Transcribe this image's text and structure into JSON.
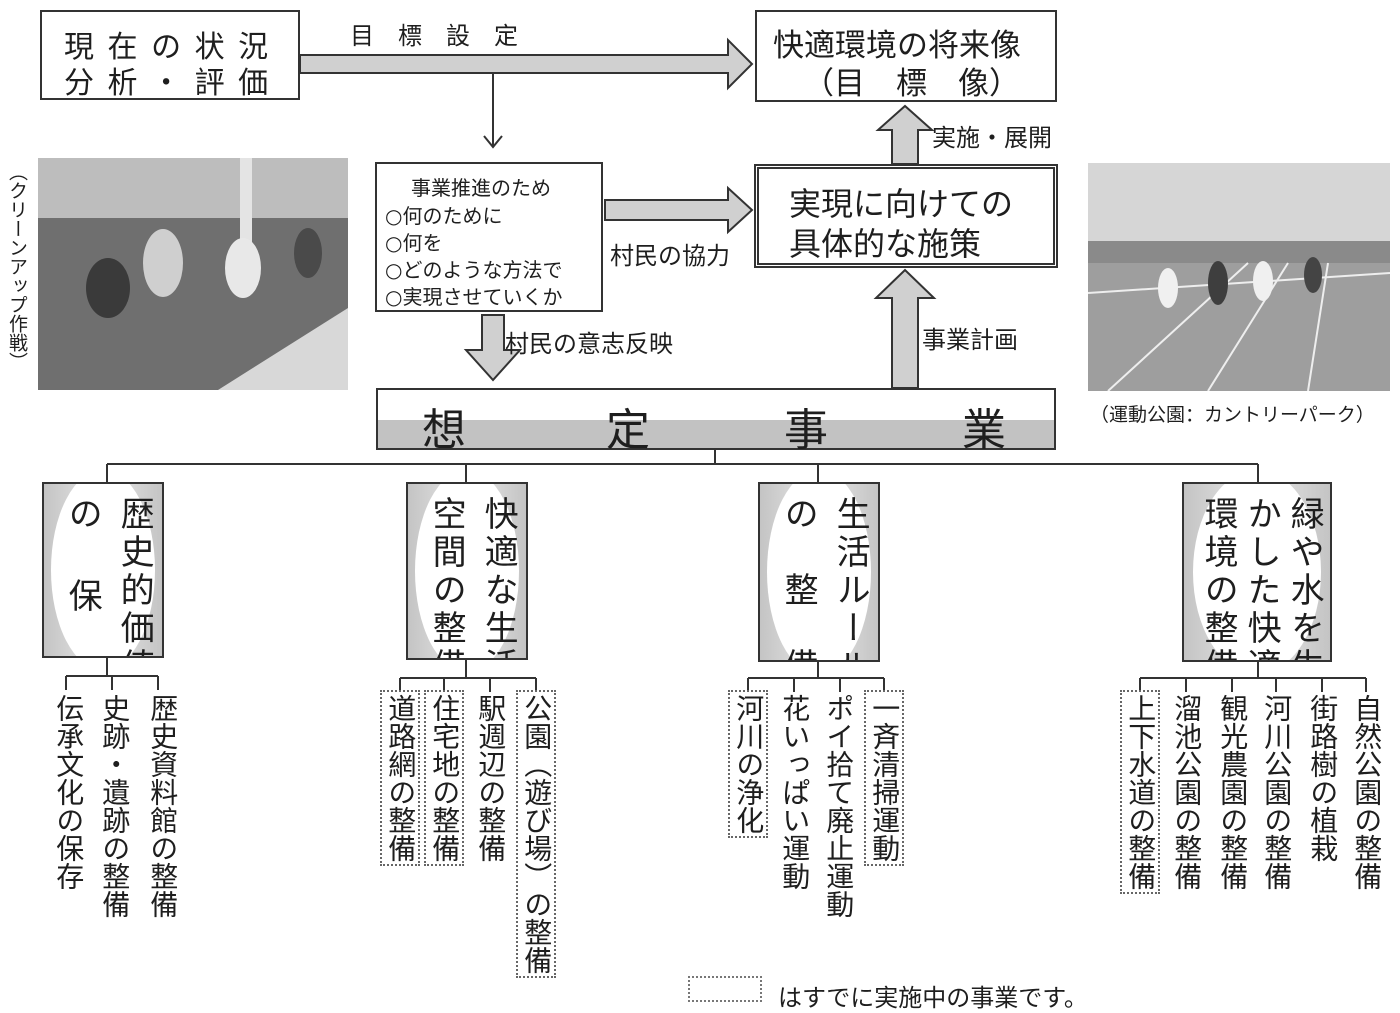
{
  "top": {
    "analysis": [
      "現 在 の 状 況",
      "分 析 ・ 評 価"
    ],
    "goal_label": "目　標　設　定",
    "vision": [
      "快適環境の将来像",
      "（目　標　像）"
    ],
    "deploy_label": "実施・展開",
    "promotion": {
      "title": "事業推進のため",
      "items": [
        "○何のために",
        "○何を",
        "○どのような方法で",
        "○実現させていくか"
      ]
    },
    "cooperation_label": "村民の協力",
    "measures": [
      "実現に向けての",
      "具体的な施策"
    ],
    "will_label": "村民の意志反映",
    "plan_label": "事業計画"
  },
  "photo_left_caption": "（クリーンアップ作戦）",
  "photo_right_caption": "（運動公園：カントリーパーク）",
  "projects_title": [
    "想",
    "定",
    "事",
    "業"
  ],
  "categories": [
    {
      "cols": [
        "歴史的価値",
        "の 保 全"
      ],
      "items": [
        {
          "text": "歴史資料館の整備",
          "ongoing": false
        },
        {
          "text": "史跡・遺跡の整備",
          "ongoing": false
        },
        {
          "text": "伝承文化の保存",
          "ongoing": false
        }
      ]
    },
    {
      "cols": [
        "快適な生活",
        "空間の整備"
      ],
      "items": [
        {
          "text": "公園（遊び場）の整備",
          "ongoing": true
        },
        {
          "text": "駅週辺の整備",
          "ongoing": false
        },
        {
          "text": "住宅地の整備",
          "ongoing": true
        },
        {
          "text": "道路網の整備",
          "ongoing": true
        }
      ]
    },
    {
      "cols": [
        "生活ルール",
        "の　整　備"
      ],
      "items": [
        {
          "text": "一斉清掃運動",
          "ongoing": true
        },
        {
          "text": "ポイ拾て廃止運動",
          "ongoing": false
        },
        {
          "text": "花いっぱい運動",
          "ongoing": false
        },
        {
          "text": "河川の浄化",
          "ongoing": true
        }
      ]
    },
    {
      "cols": [
        "緑や水を生",
        "かした快適",
        "環境の整備"
      ],
      "items": [
        {
          "text": "自然公園の整備",
          "ongoing": false
        },
        {
          "text": "街路樹の植栽",
          "ongoing": false
        },
        {
          "text": "河川公園の整備",
          "ongoing": false
        },
        {
          "text": "観光農園の整備",
          "ongoing": false
        },
        {
          "text": "溜池公園の整備",
          "ongoing": false
        },
        {
          "text": "上下水道の整備",
          "ongoing": true
        }
      ]
    }
  ],
  "legend_text": "はすでに実施中の事業です。"
}
